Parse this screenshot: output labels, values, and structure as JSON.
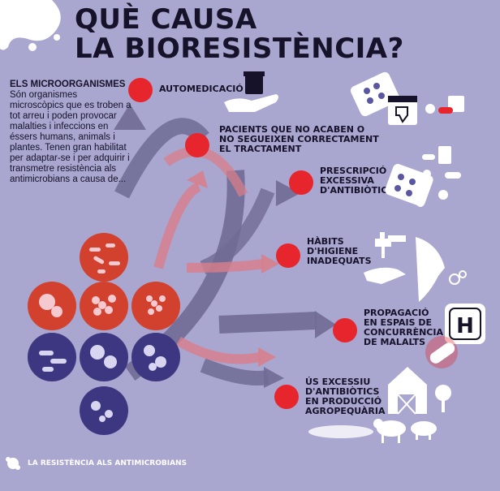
{
  "title": {
    "line1": "QUÈ CAUSA",
    "line2": "LA BIORESISTÈNCIA?"
  },
  "intro": {
    "heading": "ELS MICROORGANISMES",
    "body": "Són organismes microscòpics que es troben a tot arreu i poden provocar malalties i infeccions en éssers humans, animals i plantes. Tenen gran habilitat per adaptar-se i per adquirir i transmetre resistència als antimicrobians a causa de..."
  },
  "causes": [
    {
      "label": "AUTOMEDICACIÓ"
    },
    {
      "label": "PACIENTS QUE NO ACABEN O NO SEGUEIXEN CORRECTAMENT EL TRACTAMENT"
    },
    {
      "label": "PRESCRIPCIÓ EXCESSIVA D'ANTIBIÒTICS"
    },
    {
      "label": "HÀBITS D'HIGIENE INADEQUATS"
    },
    {
      "label": "PROPAGACIÓ EN ESPAIS DE CONCURRÈNCIA DE MALALTS"
    },
    {
      "label": "ÚS EXCESSIU D'ANTIBIÒTICS EN PRODUCCIÓ AGROPEQUÀRIA"
    }
  ],
  "footer": "LA RESISTÈNCIA ALS ANTIMICROBIANS",
  "colors": {
    "background": "#a9a6cf",
    "accent": "#e6252c",
    "dark": "#151229",
    "arrow": "#6f6c95"
  },
  "icons": [
    "virus-splash-icon",
    "pill-bottle-hand-icon",
    "pill-blister-icon",
    "thumbs-down-calendar-icon",
    "pills-icon",
    "tap-icon",
    "sneeze-face-icon",
    "hospital-icon",
    "bandage-icon",
    "barn-icon",
    "cow-icon",
    "pig-icon",
    "tree-icon"
  ]
}
